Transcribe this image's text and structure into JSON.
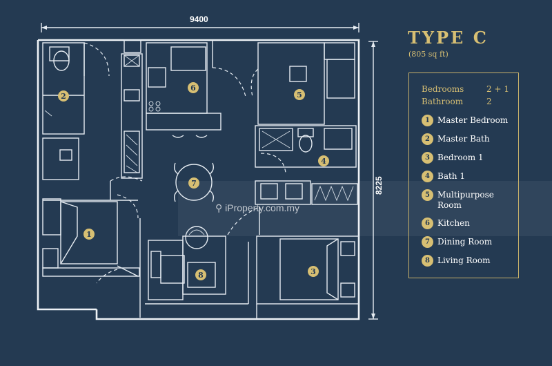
{
  "header": {
    "title": "TYPE C",
    "area": "(805 sq ft)"
  },
  "dimensions": {
    "width": "9400",
    "height": "8225"
  },
  "specs": [
    {
      "label": "Bedrooms",
      "value": "2 + 1"
    },
    {
      "label": "Bathroom",
      "value": "2"
    }
  ],
  "rooms": [
    {
      "num": "1",
      "name": "Master Bedroom"
    },
    {
      "num": "2",
      "name": "Master Bath"
    },
    {
      "num": "3",
      "name": "Bedroom 1"
    },
    {
      "num": "4",
      "name": "Bath 1"
    },
    {
      "num": "5",
      "name": "Multipurpose Room"
    },
    {
      "num": "6",
      "name": "Kitchen"
    },
    {
      "num": "7",
      "name": "Dining Room"
    },
    {
      "num": "8",
      "name": "Living Room"
    }
  ],
  "watermark": "iProperty.com.my",
  "colors": {
    "background": "#243a52",
    "accent": "#d7bf73",
    "line": "#e6ecf2"
  }
}
